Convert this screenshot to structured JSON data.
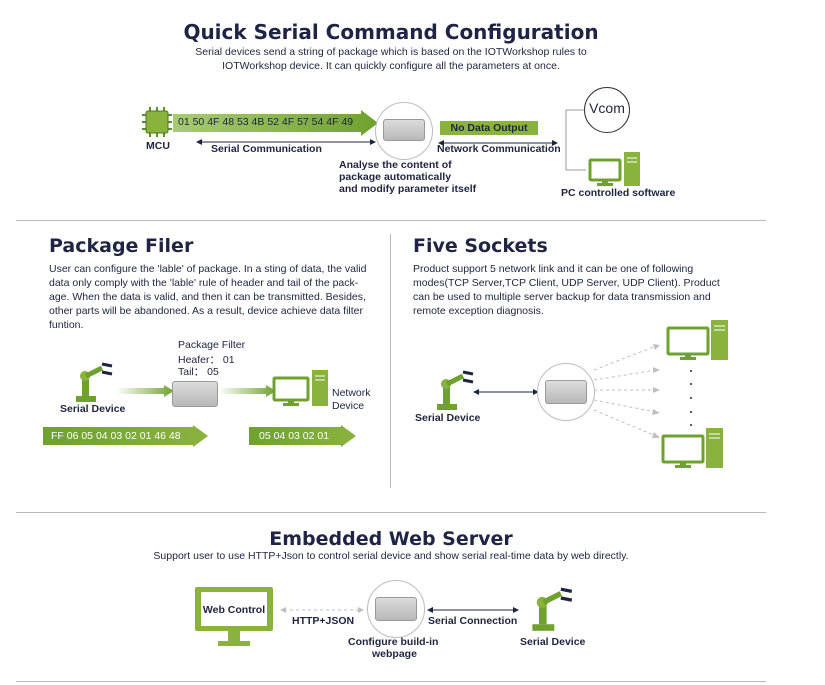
{
  "colors": {
    "accent_green": "#8ab33e",
    "dark_green": "#4a9a2f",
    "title_navy": "#1f2444",
    "divider_gray": "#b8b8b8"
  },
  "section1": {
    "title": "Quick Serial Command Configuration",
    "desc_line1": "Serial devices send a string of package which is based on the IOTWorkshop rules to",
    "desc_line2": "IOTWorkshop device. It can quickly configure all the parameters at once.",
    "mcu_label": "MCU",
    "hex_string": "01 50 4F 48 53 4B 52 4F 57 54 4F 49",
    "serial_comm": "Serial Communication",
    "no_data": "No Data Output",
    "network_comm": "Network Communication",
    "analyse_1": "Analyse the content of",
    "analyse_2": "package automatically",
    "analyse_3": "and modify parameter itself",
    "vcom": "Vcom",
    "pc_software": "PC controlled software"
  },
  "section2": {
    "title": "Package Filer",
    "p1": "User can configure the 'lable' of package. In a sting of data, the valid",
    "p2": "data only comply with the 'lable' rule of header and tail of the pack-",
    "p3": "age. When the data is valid, and then it can be transmitted. Besides,",
    "p4": "other parts will be abandoned. As a result, device achieve data filter",
    "p5": "funtion.",
    "filter_title": "Package Filter",
    "filter_header": "Heafer： 01",
    "filter_tail": "Tail： 05",
    "serial_device": "Serial Device",
    "network_1": "Network",
    "network_2": "Device",
    "input_hex": "FF 06 05 04 03 02 01 46 48",
    "output_hex": "05 04 03 02 01"
  },
  "section3": {
    "title": "Five Sockets",
    "p1": "Product support 5 network link and it can be one of following",
    "p2": "modes(TCP Server,TCP Client, UDP Server, UDP Client). Product",
    "p3": "can be used to multiple server backup for data transmission and",
    "p4": "remote exception diagnosis.",
    "serial_device": "Serial Device"
  },
  "section4": {
    "title": "Embedded Web Server",
    "desc": "Support user to use HTTP+Json to control serial device and show serial real-time data by web directly.",
    "web_control": "Web Control",
    "http_json": "HTTP+JSON",
    "serial_conn": "Serial Connection",
    "configure_1": "Configure build-in",
    "configure_2": "webpage",
    "serial_device": "Serial Device"
  }
}
